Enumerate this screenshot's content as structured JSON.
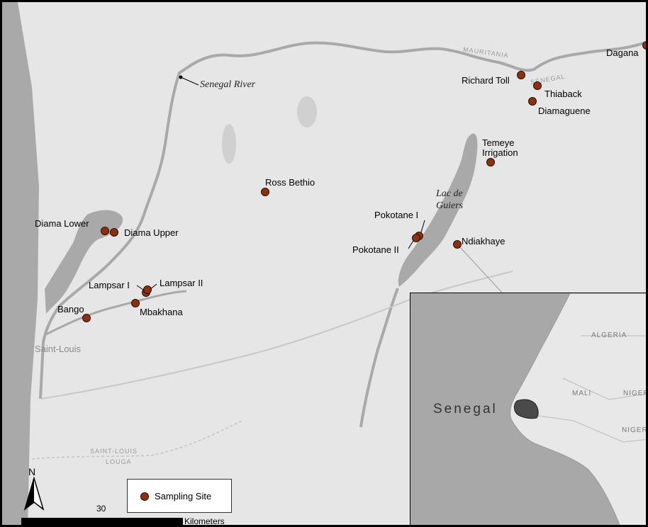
{
  "map": {
    "water_labels": {
      "senegal_river": "Senegal River",
      "lac_de_guiers": "Lac de\nGuiers"
    },
    "place_labels": {
      "saint_louis": "Saint-Louis",
      "mauritania": "MAURITANIA",
      "senegal": "SENEGAL"
    },
    "boundary_labels": {
      "saint_louis": "SAINT-LOUIS",
      "louga": "LOUGA"
    },
    "sampling_sites": [
      "Dagana",
      "Richard Toll",
      "Thiaback",
      "Diamaguene",
      "Temeye\nIrrigation",
      "Ross Bethio",
      "Pokotane I",
      "Pokotane II",
      "Ndiakhaye",
      "Diama Lower",
      "Diama Upper",
      "Lampsar I",
      "Lampsar II",
      "Mbakhana",
      "Bango"
    ]
  },
  "inset": {
    "countries": {
      "algeria": "ALGERIA",
      "mali": "MALI",
      "niger": "NIGER",
      "nigeria": "NIGERIA"
    },
    "highlight_label": "Senegal"
  },
  "legend": {
    "site_label": "Sampling Site"
  },
  "north_arrow": {
    "letter": "N"
  },
  "scale_bar": {
    "value": "30",
    "unit": "Kilometers"
  },
  "colors": {
    "land": "#e6e6e6",
    "water": "#a9a9a9",
    "site_marker": "#8b3112",
    "inset_ocean": "#a8a8a8",
    "inset_land": "#e8e8e8",
    "inset_highlight": "#4a4a4a"
  }
}
